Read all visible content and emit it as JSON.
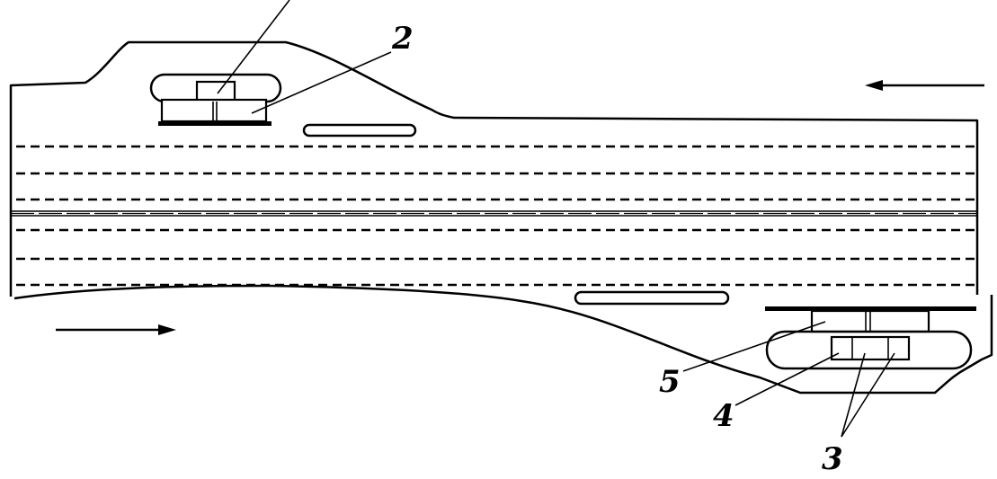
{
  "diagram": {
    "labels": {
      "l2": "2",
      "l3": "3",
      "l4": "4",
      "l5": "5"
    },
    "colors": {
      "ink": "#000000",
      "paper": "#ffffff"
    }
  }
}
